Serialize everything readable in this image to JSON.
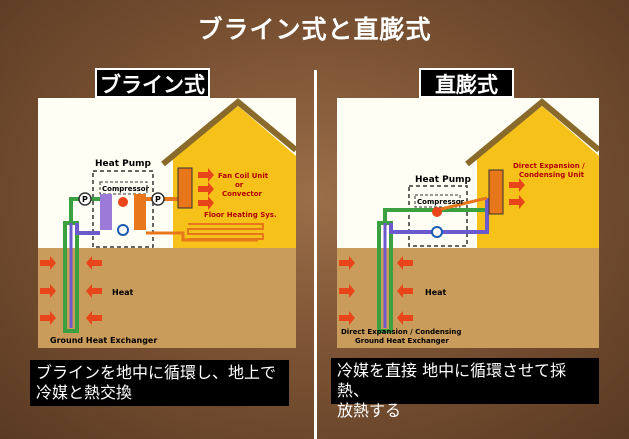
{
  "title": "ブライン式と直膨式",
  "left": {
    "heading": "ブライン式",
    "heat_pump": "Heat Pump",
    "compressor": "Compressor",
    "fan_coil": "Fan Coil Unit",
    "or": "or",
    "convector": "Convector",
    "floor_heating": "Floor Heating Sys.",
    "heat": "Heat",
    "exchanger": "Ground Heat Exchanger",
    "pump_symbol": "P",
    "caption_line1": "ブラインを地中に循環し、地上で",
    "caption_line2": "冷媒と熱交換"
  },
  "right": {
    "heading": "直膨式",
    "heat_pump": "Heat Pump",
    "compressor": "Compressor",
    "direct_line1": "Direct Expansion /",
    "direct_line2": "Condensing Unit",
    "heat": "Heat",
    "exchanger_line1": "Direct Expansion / Condensing",
    "exchanger_line2": "Ground Heat Exchanger",
    "caption_line1": "冷媒を直接 地中に循環させて採熱、",
    "caption_line2": "放熱する"
  },
  "colors": {
    "background": "#7c5334",
    "house": "#f6c21a",
    "ground": "#c79a5a",
    "arrow": "#e8461a",
    "warm_pipe": "#e8761a",
    "cold_pipe": "#6a5acd",
    "green_pipe": "#3aa040"
  }
}
